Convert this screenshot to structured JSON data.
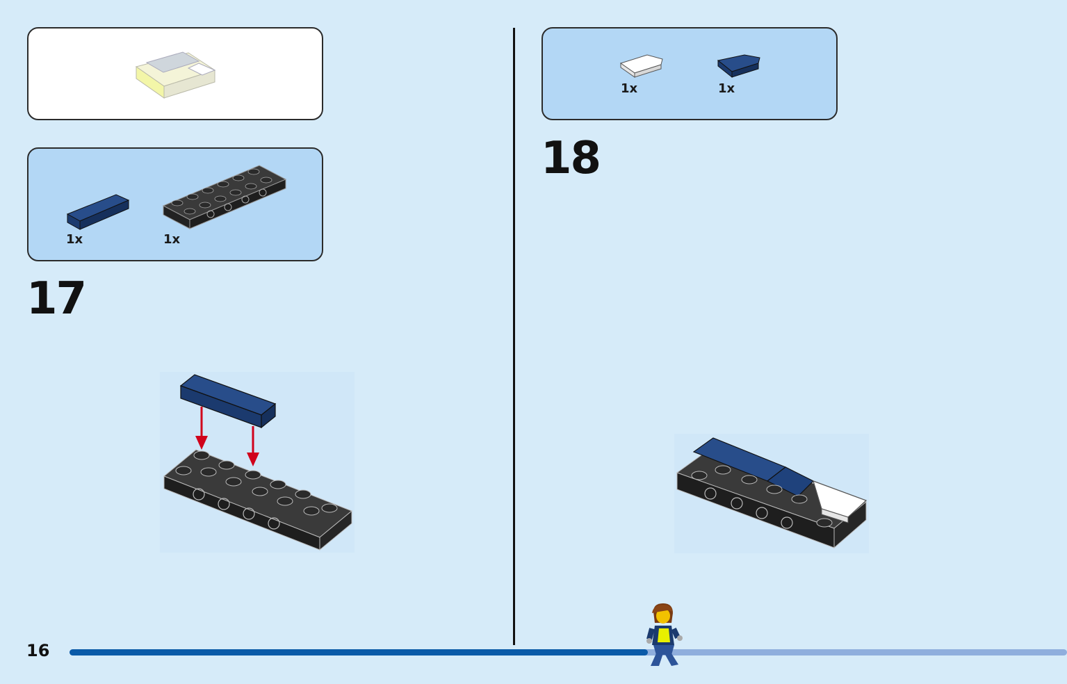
{
  "page": {
    "number": "16"
  },
  "progress": {
    "fraction": 0.58
  },
  "colors": {
    "background": "#d6ebf9",
    "parts_box": "#b3d7f5",
    "dark_blue": "#1b3a6e",
    "black_brick": "#2b2b2b",
    "arrow": "#d0021b",
    "progress_fill": "#0a5aa8",
    "progress_track": "#8faedd"
  },
  "left": {
    "submodel_box": {
      "part": "light-yellow-slope-brick"
    },
    "parts_box": {
      "items": [
        {
          "part": "dark-blue-tile-1x4",
          "qty": "1x"
        },
        {
          "part": "black-plate-2x6-with-side-studs",
          "qty": "1x"
        }
      ]
    },
    "step": {
      "number": "17"
    }
  },
  "right": {
    "parts_box": {
      "items": [
        {
          "part": "white-wedge-tile",
          "qty": "1x"
        },
        {
          "part": "dark-blue-wedge-tile",
          "qty": "1x"
        }
      ]
    },
    "step": {
      "number": "18"
    }
  }
}
